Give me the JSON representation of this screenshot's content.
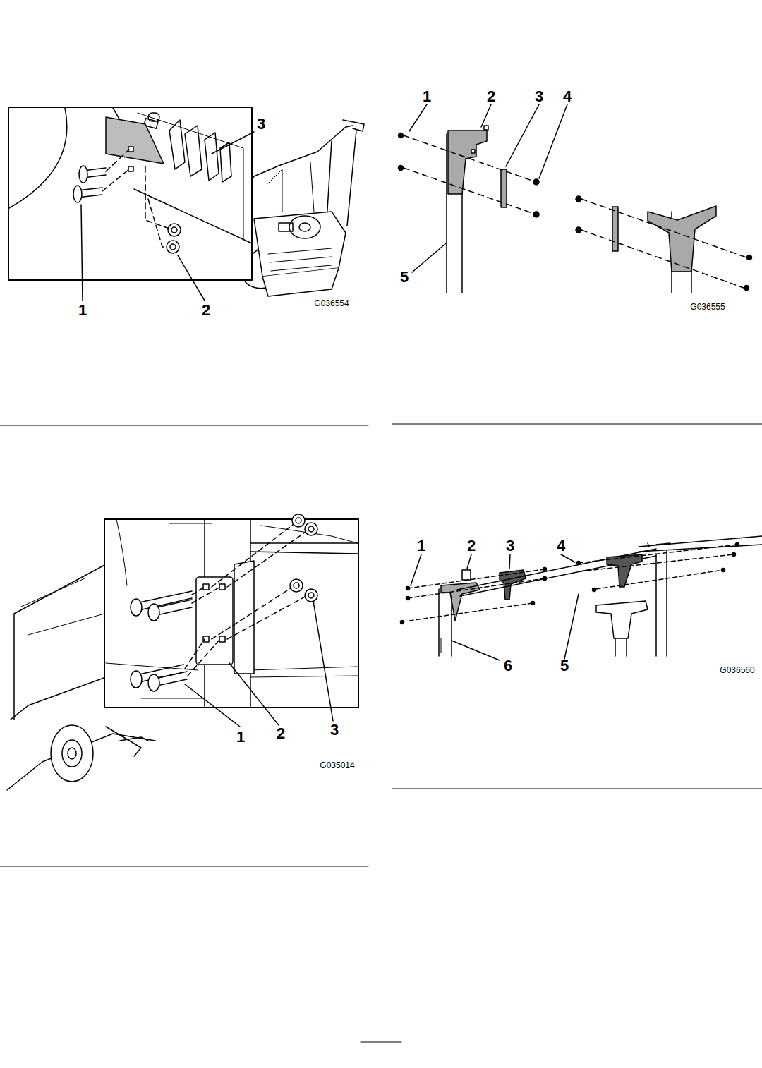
{
  "diagram": {
    "labels": [
      "3",
      "1",
      "2",
      "G036554",
      "1",
      "2",
      "3",
      "4",
      "5",
      "G036555",
      "1",
      "2",
      "3",
      "G035014",
      "1",
      "2",
      "3",
      "4",
      "6",
      "5",
      "G036560"
    ]
  }
}
